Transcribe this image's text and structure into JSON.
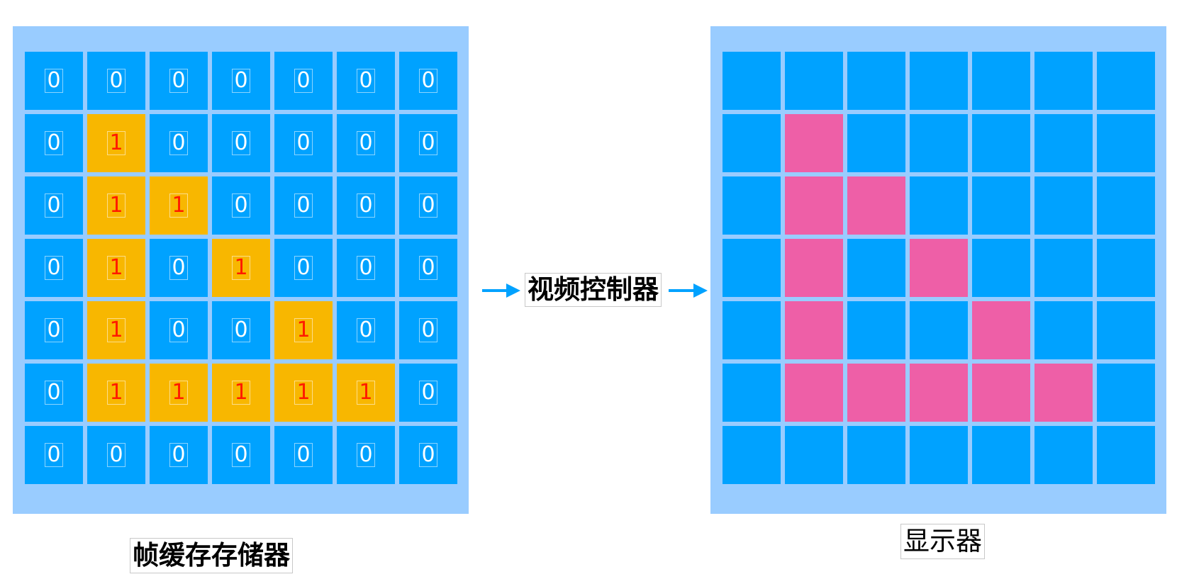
{
  "colors": {
    "panel_bg": "#99ccff",
    "cell_off": "#00a2ff",
    "cell_on_buffer": "#f8b700",
    "cell_on_display": "#ee5fa7",
    "digit_off": "#ffffff",
    "digit_on": "#ff1a00",
    "arrow": "#00a2ff"
  },
  "frame_buffer": {
    "caption": "帧缓存存储器",
    "grid": [
      [
        0,
        0,
        0,
        0,
        0,
        0,
        0
      ],
      [
        0,
        1,
        0,
        0,
        0,
        0,
        0
      ],
      [
        0,
        1,
        1,
        0,
        0,
        0,
        0
      ],
      [
        0,
        1,
        0,
        1,
        0,
        0,
        0
      ],
      [
        0,
        1,
        0,
        0,
        1,
        0,
        0
      ],
      [
        0,
        1,
        1,
        1,
        1,
        1,
        0
      ],
      [
        0,
        0,
        0,
        0,
        0,
        0,
        0
      ]
    ]
  },
  "controller": {
    "label": "视频控制器"
  },
  "display": {
    "caption": "显示器",
    "grid": [
      [
        0,
        0,
        0,
        0,
        0,
        0,
        0
      ],
      [
        0,
        1,
        0,
        0,
        0,
        0,
        0
      ],
      [
        0,
        1,
        1,
        0,
        0,
        0,
        0
      ],
      [
        0,
        1,
        0,
        1,
        0,
        0,
        0
      ],
      [
        0,
        1,
        0,
        0,
        1,
        0,
        0
      ],
      [
        0,
        1,
        1,
        1,
        1,
        1,
        0
      ],
      [
        0,
        0,
        0,
        0,
        0,
        0,
        0
      ]
    ]
  }
}
